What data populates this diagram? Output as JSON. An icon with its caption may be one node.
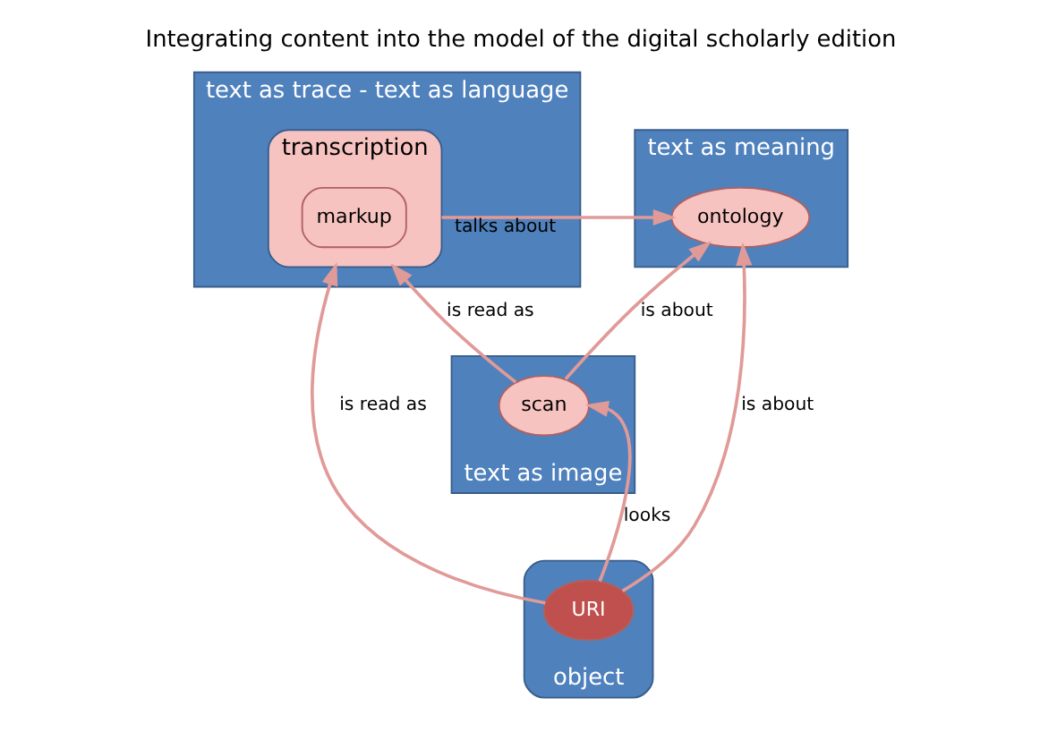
{
  "diagram": {
    "title": "Integrating content into the model of the digital scholarly edition",
    "nodes": [
      {
        "text": [
          "text as trace - text as language"
        ]
      },
      {
        "text": [
          "transcription"
        ],
        "in": 0
      },
      {
        "text": [
          "markup"
        ],
        "in": 1
      },
      {
        "text": [
          "text as image"
        ]
      },
      {
        "text": [
          "scan"
        ],
        "in": 3
      },
      {
        "text": [
          "text as meaning"
        ]
      },
      {
        "text": [
          "ontology"
        ],
        "in": 5
      },
      {
        "text": [
          "object"
        ]
      },
      {
        "text": [
          "URI"
        ],
        "in": 7
      }
    ],
    "edges": [
      {
        "from": 4,
        "to": 1,
        "arrow": "to",
        "label": "is read as"
      },
      {
        "from": 8,
        "to": 1,
        "arrow": "to",
        "label": "is read as"
      },
      {
        "from": 1,
        "to": 6,
        "arrow": "to",
        "label": "talks about"
      },
      {
        "from": 4,
        "to": 6,
        "arrow": "to",
        "label": "is about"
      },
      {
        "from": 8,
        "to": 6,
        "arrow": "to",
        "label": "is about"
      },
      {
        "from": 8,
        "to": 4,
        "arrow": "to",
        "label": "looks"
      }
    ]
  }
}
